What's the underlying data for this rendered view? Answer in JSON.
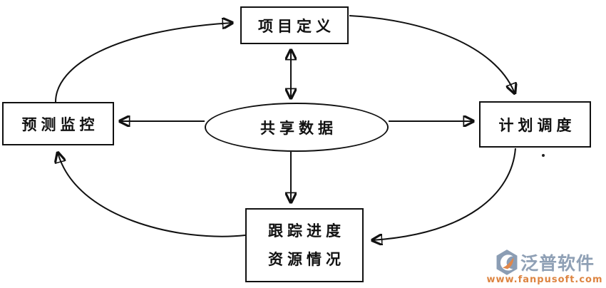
{
  "diagram": {
    "nodes": {
      "top": {
        "label": "项目定义"
      },
      "left": {
        "label": "预测监控"
      },
      "right": {
        "label": "计划调度"
      },
      "center": {
        "label": "共享数据"
      },
      "bottom": {
        "lines": [
          "跟踪进度",
          "资源情况"
        ]
      }
    },
    "edges": [
      {
        "from": "center",
        "to": "top",
        "type": "double-headed-arrow"
      },
      {
        "from": "center",
        "to": "left",
        "type": "arrow"
      },
      {
        "from": "center",
        "to": "right",
        "type": "arrow"
      },
      {
        "from": "center",
        "to": "bottom",
        "type": "arrow"
      },
      {
        "from": "left",
        "to": "top",
        "type": "curved-arrow"
      },
      {
        "from": "top",
        "to": "right",
        "type": "curved-arrow"
      },
      {
        "from": "right",
        "to": "bottom",
        "type": "curved-arrow"
      },
      {
        "from": "bottom",
        "to": "left",
        "type": "curved-arrow"
      }
    ]
  },
  "watermark": {
    "brand": "泛普软件",
    "url": "www.fanpusoft.com",
    "brand_color": "#8fa0b5",
    "url_color": "#dd8440",
    "icon_color": "#8b9db4",
    "icon_accent_color": "#e0874a"
  },
  "colors": {
    "line": "#111111",
    "background": "#ffffff"
  }
}
